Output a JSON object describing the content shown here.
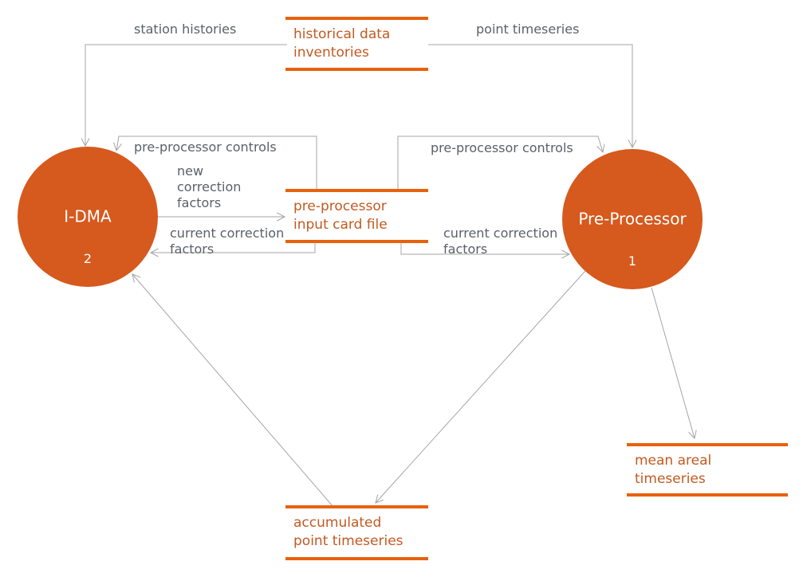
{
  "diagram": {
    "kind": "data-flow-diagram",
    "colors": {
      "process_fill": "#d6591d",
      "store_bar": "#e8610d",
      "store_text": "#c25a20",
      "flow_label_text": "#5b6069",
      "connector": "#a5a5a5",
      "process_text": "#ffffff",
      "background": "#ffffff"
    },
    "processes": [
      {
        "id": "i-dma",
        "label": "I-DMA",
        "number": "2"
      },
      {
        "id": "pre-processor",
        "label": "Pre-Processor",
        "number": "1"
      }
    ],
    "stores": [
      {
        "id": "historical-data-inventories",
        "label": "historical data\ninventories"
      },
      {
        "id": "pre-processor-input-card-file",
        "label": "pre-processor\ninput card file"
      },
      {
        "id": "accumulated-point-timeseries",
        "label": "accumulated\npoint timeseries"
      },
      {
        "id": "mean-areal-timeseries",
        "label": "mean areal\ntimeseries"
      }
    ],
    "flow_labels": [
      {
        "id": "station-histories",
        "text": "station histories"
      },
      {
        "id": "point-timeseries",
        "text": "point timeseries"
      },
      {
        "id": "pre-processor-controls-left",
        "text": "pre-processor controls"
      },
      {
        "id": "pre-processor-controls-right",
        "text": "pre-processor controls"
      },
      {
        "id": "new-correction-factors",
        "text": "new\ncorrection\nfactors"
      },
      {
        "id": "current-correction-factors-left",
        "text": "current correction\nfactors"
      },
      {
        "id": "current-correction-factors-right",
        "text": "current correction\nfactors"
      }
    ],
    "flows": [
      {
        "from": "historical-data-inventories",
        "to": "i-dma",
        "label": "station histories"
      },
      {
        "from": "historical-data-inventories",
        "to": "pre-processor",
        "label": "point timeseries"
      },
      {
        "from": "pre-processor-input-card-file",
        "to": "i-dma",
        "label": "pre-processor controls"
      },
      {
        "from": "pre-processor-input-card-file",
        "to": "pre-processor",
        "label": "pre-processor controls"
      },
      {
        "from": "i-dma",
        "to": "pre-processor-input-card-file",
        "label": "new correction factors"
      },
      {
        "from": "pre-processor-input-card-file",
        "to": "i-dma",
        "label": "current correction factors"
      },
      {
        "from": "pre-processor-input-card-file",
        "to": "pre-processor",
        "label": "current correction factors"
      },
      {
        "from": "pre-processor",
        "to": "accumulated-point-timeseries",
        "label": ""
      },
      {
        "from": "accumulated-point-timeseries",
        "to": "i-dma",
        "label": ""
      },
      {
        "from": "pre-processor",
        "to": "mean-areal-timeseries",
        "label": ""
      }
    ]
  }
}
